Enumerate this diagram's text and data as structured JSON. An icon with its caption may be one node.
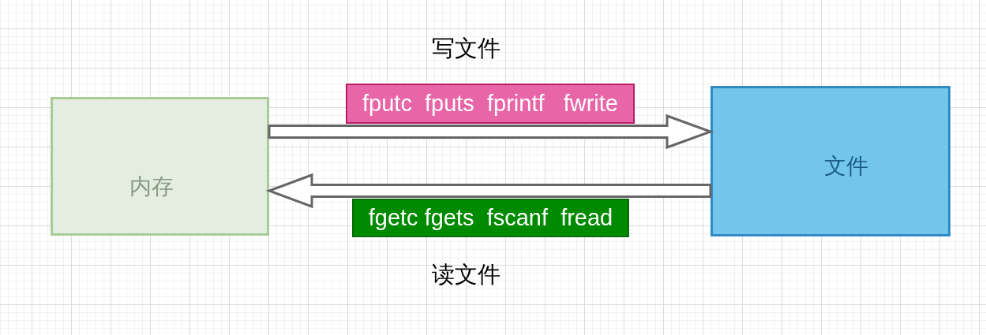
{
  "diagram": {
    "nodes": [
      {
        "text": [
          "内存"
        ]
      },
      {
        "text": [
          "文件"
        ]
      }
    ],
    "edges": [
      {
        "from": 0,
        "to": 1,
        "arrow": "to",
        "label": "fputc  fputs  fprintf   fwrite"
      },
      {
        "from": 1,
        "to": 0,
        "arrow": "to",
        "label": "fgetc fgets  fscanf  fread"
      }
    ],
    "labels": [
      "写文件",
      "读文件"
    ]
  }
}
